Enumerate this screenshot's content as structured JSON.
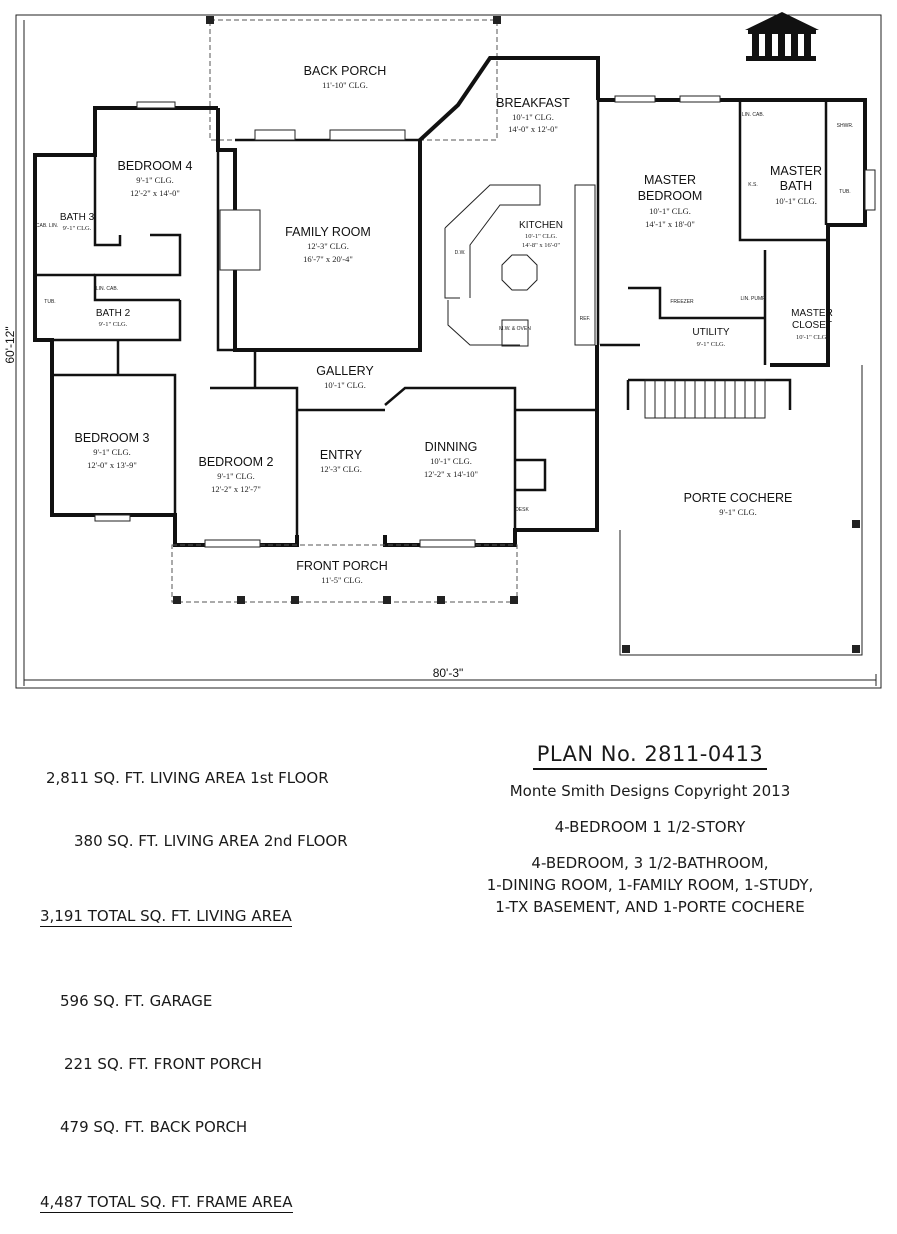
{
  "rooms": {
    "back_porch": {
      "name": "BACK PORCH",
      "clg": "11'-10\" CLG."
    },
    "breakfast": {
      "name": "BREAKFAST",
      "clg": "10'-1\" CLG.",
      "size": "14'-0\" x 12'-0\""
    },
    "bedroom4": {
      "name": "BEDROOM 4",
      "clg": "9'-1\" CLG.",
      "size": "12'-2\" x 14'-0\""
    },
    "bath3": {
      "name": "BATH 3",
      "clg": "9'-1\" CLG."
    },
    "family_room": {
      "name": "FAMILY ROOM",
      "clg": "12'-3\" CLG.",
      "size": "16'-7\" x 20'-4\""
    },
    "kitchen": {
      "name": "KITCHEN",
      "clg": "10'-1\" CLG.",
      "size": "14'-8\" x 16'-0\""
    },
    "master_bedroom": {
      "name_line1": "MASTER",
      "name_line2": "BEDROOM",
      "clg": "10'-1\" CLG.",
      "size": "14'-1\" x 18'-0\""
    },
    "master_bath": {
      "name_line1": "MASTER",
      "name_line2": "BATH",
      "clg": "10'-1\" CLG."
    },
    "bath2": {
      "name": "BATH 2",
      "clg": "9'-1\" CLG."
    },
    "master_closet": {
      "name_line1": "MASTER",
      "name_line2": "CLOSET",
      "clg": "10'-1\" CLG."
    },
    "utility": {
      "name": "UTILITY",
      "clg": "9'-1\" CLG."
    },
    "gallery": {
      "name": "GALLERY",
      "clg": "10'-1\" CLG."
    },
    "bedroom3": {
      "name": "BEDROOM 3",
      "clg": "9'-1\" CLG.",
      "size": "12'-0\" x 13'-9\""
    },
    "bedroom2": {
      "name": "BEDROOM 2",
      "clg": "9'-1\" CLG.",
      "size": "12'-2\" x 12'-7\""
    },
    "entry": {
      "name": "ENTRY",
      "clg": "12'-3\" CLG."
    },
    "dinning": {
      "name": "DINNING",
      "clg": "10'-1\" CLG.",
      "size": "12'-2\" x 14'-10\""
    },
    "porte_cochere": {
      "name": "PORTE COCHERE",
      "clg": "9'-1\" CLG."
    },
    "front_porch": {
      "name": "FRONT PORCH",
      "clg": "11'-5\" CLG."
    }
  },
  "fixtures": {
    "lin_cab": "LIN. CAB.",
    "cab_lin": "CAB. LIN.",
    "tub": "TUB.",
    "dw": "D.W.",
    "ref": "REF.",
    "mw_oven": "M.W. & OVEN",
    "freezer": "FREEZER",
    "lin_pump": "LIN. PUMP",
    "shwr": "SHWR.",
    "ks": "K.S.",
    "desk": "DESK"
  },
  "dimensions": {
    "width": "80'-3\"",
    "depth": "60'-12\""
  },
  "area_stats": [
    {
      "value": "2,811",
      "label": "SQ. FT. LIVING AREA 1st FLOOR"
    },
    {
      "value": "380",
      "label": "SQ. FT. LIVING AREA 2nd FLOOR"
    },
    {
      "value": "3,191",
      "label": "TOTAL SQ. FT. LIVING AREA"
    },
    {
      "value": "596",
      "label": "SQ. FT. GARAGE"
    },
    {
      "value": "221",
      "label": "SQ. FT. FRONT PORCH"
    },
    {
      "value": "479",
      "label": "SQ. FT. BACK PORCH"
    },
    {
      "value": "4,487",
      "label": "TOTAL SQ. FT. FRAME AREA"
    }
  ],
  "plan": {
    "number": "PLAN No. 2811-0413",
    "copyright": "Monte Smith Designs Copyright 2013",
    "style": "4-BEDROOM 1 1/2-STORY",
    "description": [
      "4-BEDROOM, 3 1/2-BATHROOM,",
      "1-DINING ROOM, 1-FAMILY ROOM, 1-STUDY,",
      "1-TX BASEMENT, AND 1-PORTE COCHERE"
    ]
  },
  "logo": {
    "icon": "columns-logo-icon"
  }
}
